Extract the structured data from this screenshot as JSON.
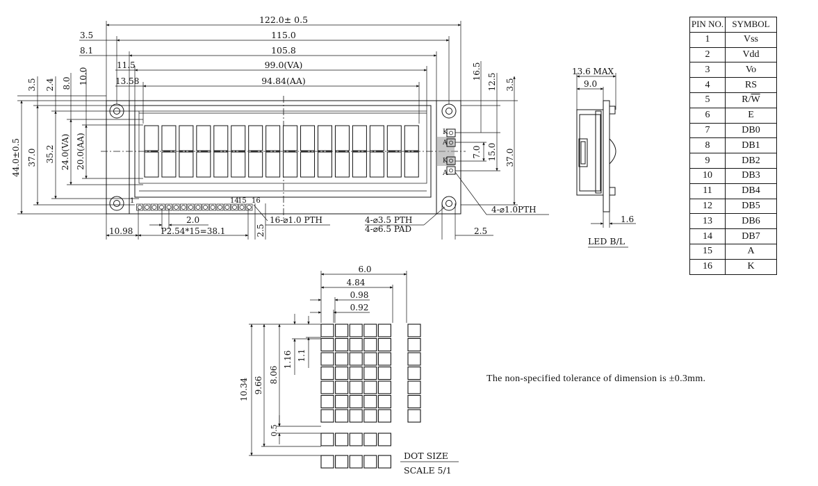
{
  "front_view": {
    "dims_top": [
      "122.0± 0.5",
      "115.0",
      "105.8",
      "99.0(VA)",
      "94.84(AA)"
    ],
    "dims_left_horizontal": [
      "3.5",
      "8.1",
      "11.5",
      "13.58"
    ],
    "dims_left_vertical": [
      "3.5",
      "2.4",
      "8.0",
      "10.0"
    ],
    "dims_height": [
      "44.0±0.5",
      "37.0",
      "35.2",
      "24.0(VA)",
      "20.0(AA)"
    ],
    "dims_right_vertical": [
      "16.5",
      "12.5",
      "3.5",
      "7.0",
      "15.0",
      "37.0"
    ],
    "pin_labels": [
      "1",
      "14",
      "15",
      "16"
    ],
    "led_pin_labels": [
      "K",
      "A",
      "K",
      "A"
    ],
    "callouts": [
      "16-⌀1.0 PTH",
      "4-⌀3.5 PTH",
      "4-⌀6.5 PAD",
      "4-⌀1.0PTH"
    ],
    "dims_bottom": [
      "10.98",
      "2.0",
      "P2.54*15=38.1",
      "2.5",
      "2.5"
    ]
  },
  "side_view": {
    "dims": [
      "13.6 MAX",
      "9.0",
      "1.6"
    ],
    "label": "LED B/L"
  },
  "pin_table": {
    "headers": [
      "PIN NO.",
      "SYMBOL"
    ],
    "rows": [
      [
        "1",
        "Vss"
      ],
      [
        "2",
        "Vdd"
      ],
      [
        "3",
        "Vo"
      ],
      [
        "4",
        "RS"
      ],
      [
        "5",
        "R/W"
      ],
      [
        "6",
        "E"
      ],
      [
        "7",
        "DB0"
      ],
      [
        "8",
        "DB1"
      ],
      [
        "9",
        "DB2"
      ],
      [
        "10",
        "DB3"
      ],
      [
        "11",
        "DB4"
      ],
      [
        "12",
        "DB5"
      ],
      [
        "13",
        "DB6"
      ],
      [
        "14",
        "DB7"
      ],
      [
        "15",
        "A"
      ],
      [
        "16",
        "K"
      ]
    ]
  },
  "dot_detail": {
    "dims_horizontal": [
      "6.0",
      "4.84",
      "0.98",
      "0.92"
    ],
    "dims_vertical": [
      "10.34",
      "9.66",
      "8.06",
      "1.16",
      "1.1",
      "0.5"
    ],
    "title": "DOT SIZE",
    "scale": "SCALE 5/1"
  },
  "note": "The non-specified tolerance of dimension is ±0.3mm."
}
